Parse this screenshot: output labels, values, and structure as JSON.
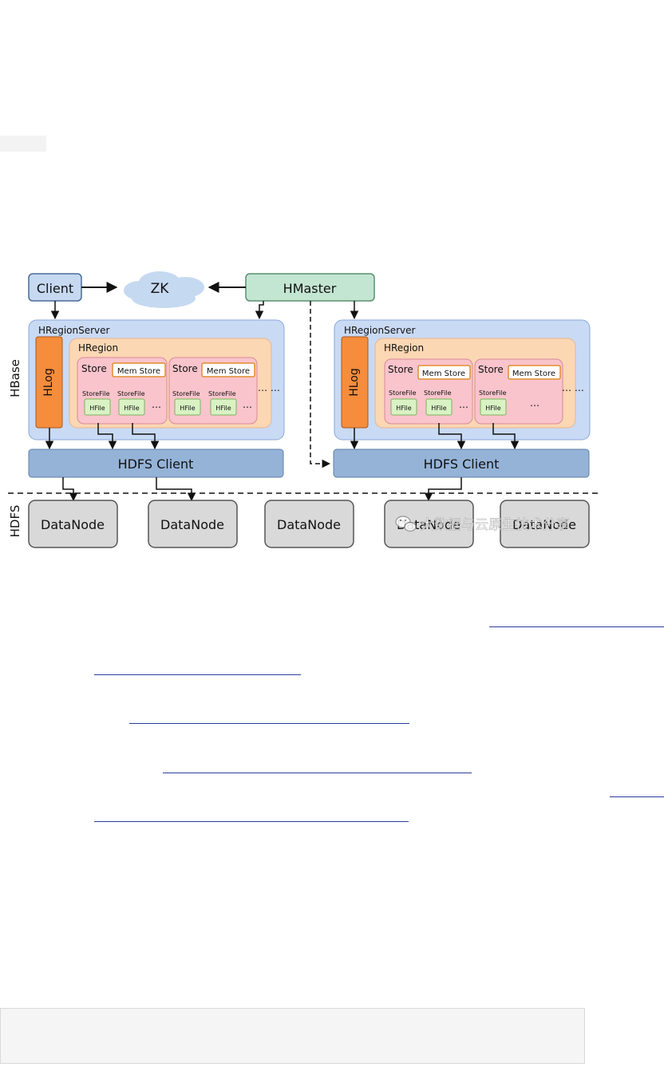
{
  "diagram": {
    "client": "Client",
    "zk": "ZK",
    "hmaster": "HMaster",
    "hbase_label": "HBase",
    "hdfs_label": "HDFS",
    "hregionserver": "HRegionServer",
    "hlog": "HLog",
    "hregion": "HRegion",
    "store": "Store",
    "memstore": "Mem Store",
    "storefile": "StoreFile",
    "hfile": "HFile",
    "ellipsis": "…",
    "ellipsis_double": "… …",
    "hdfs_client": "HDFS Client",
    "datanode": "DataNode",
    "watermark": "大数据与云原生技术分享"
  },
  "colors": {
    "client_fill": "#c6d9f1",
    "hmaster_fill": "#c3e6d2",
    "server_fill": "#c9daf5",
    "hlog_fill": "#f58d3c",
    "hregion_fill": "#fbd7b4",
    "store_fill": "#f9c4cc",
    "storefile_fill": "#d9f2c4",
    "hdfs_client_fill": "#95b3d7",
    "datanode_fill": "#d9d9d9",
    "link_color": "#2a3e9e"
  },
  "icons": [
    "wechat-icon"
  ]
}
